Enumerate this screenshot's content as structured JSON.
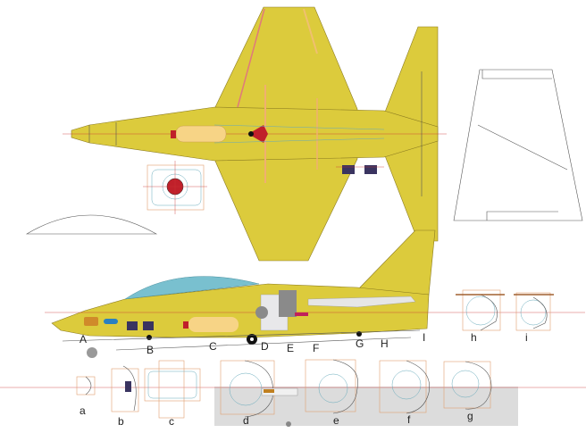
{
  "colors": {
    "airframe": "#dccb3c",
    "canopy": "#79c0cf",
    "tank": "#f7d486",
    "servo": "#3a3460",
    "engine": "#8a8a8a",
    "section_bg": "#dcdcdc",
    "guide_line": "#cc3333"
  },
  "station_labels": [
    "A",
    "B",
    "C",
    "D",
    "E",
    "F",
    "G",
    "H",
    "I"
  ],
  "section_labels": [
    "a",
    "b",
    "c",
    "d",
    "e",
    "f",
    "g",
    "h",
    "i"
  ]
}
